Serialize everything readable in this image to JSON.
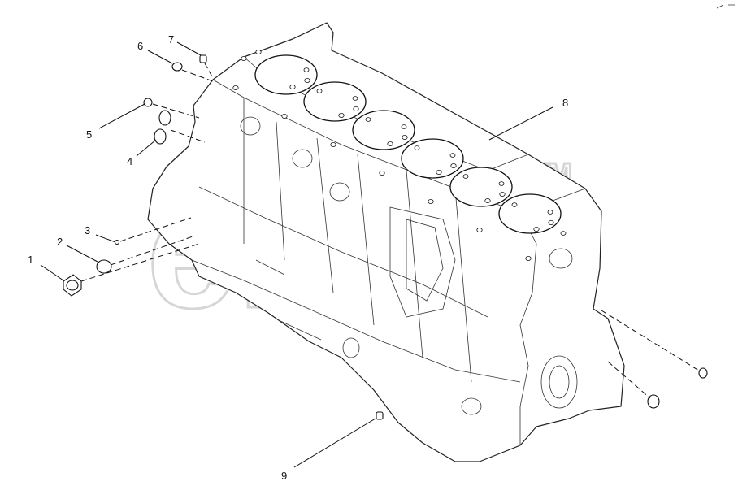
{
  "callouts": [
    {
      "id": "1",
      "label": "1"
    },
    {
      "id": "2",
      "label": "2"
    },
    {
      "id": "3",
      "label": "3"
    },
    {
      "id": "4",
      "label": "4"
    },
    {
      "id": "5",
      "label": "5"
    },
    {
      "id": "6",
      "label": "6"
    },
    {
      "id": "7",
      "label": "7"
    },
    {
      "id": "8",
      "label": "8"
    },
    {
      "id": "9",
      "label": "9"
    }
  ],
  "watermark": {
    "text": "elica",
    "mark": "TM"
  },
  "colors": {
    "line": "#111111",
    "watermark": "#d6d6d6",
    "background": "#ffffff"
  }
}
